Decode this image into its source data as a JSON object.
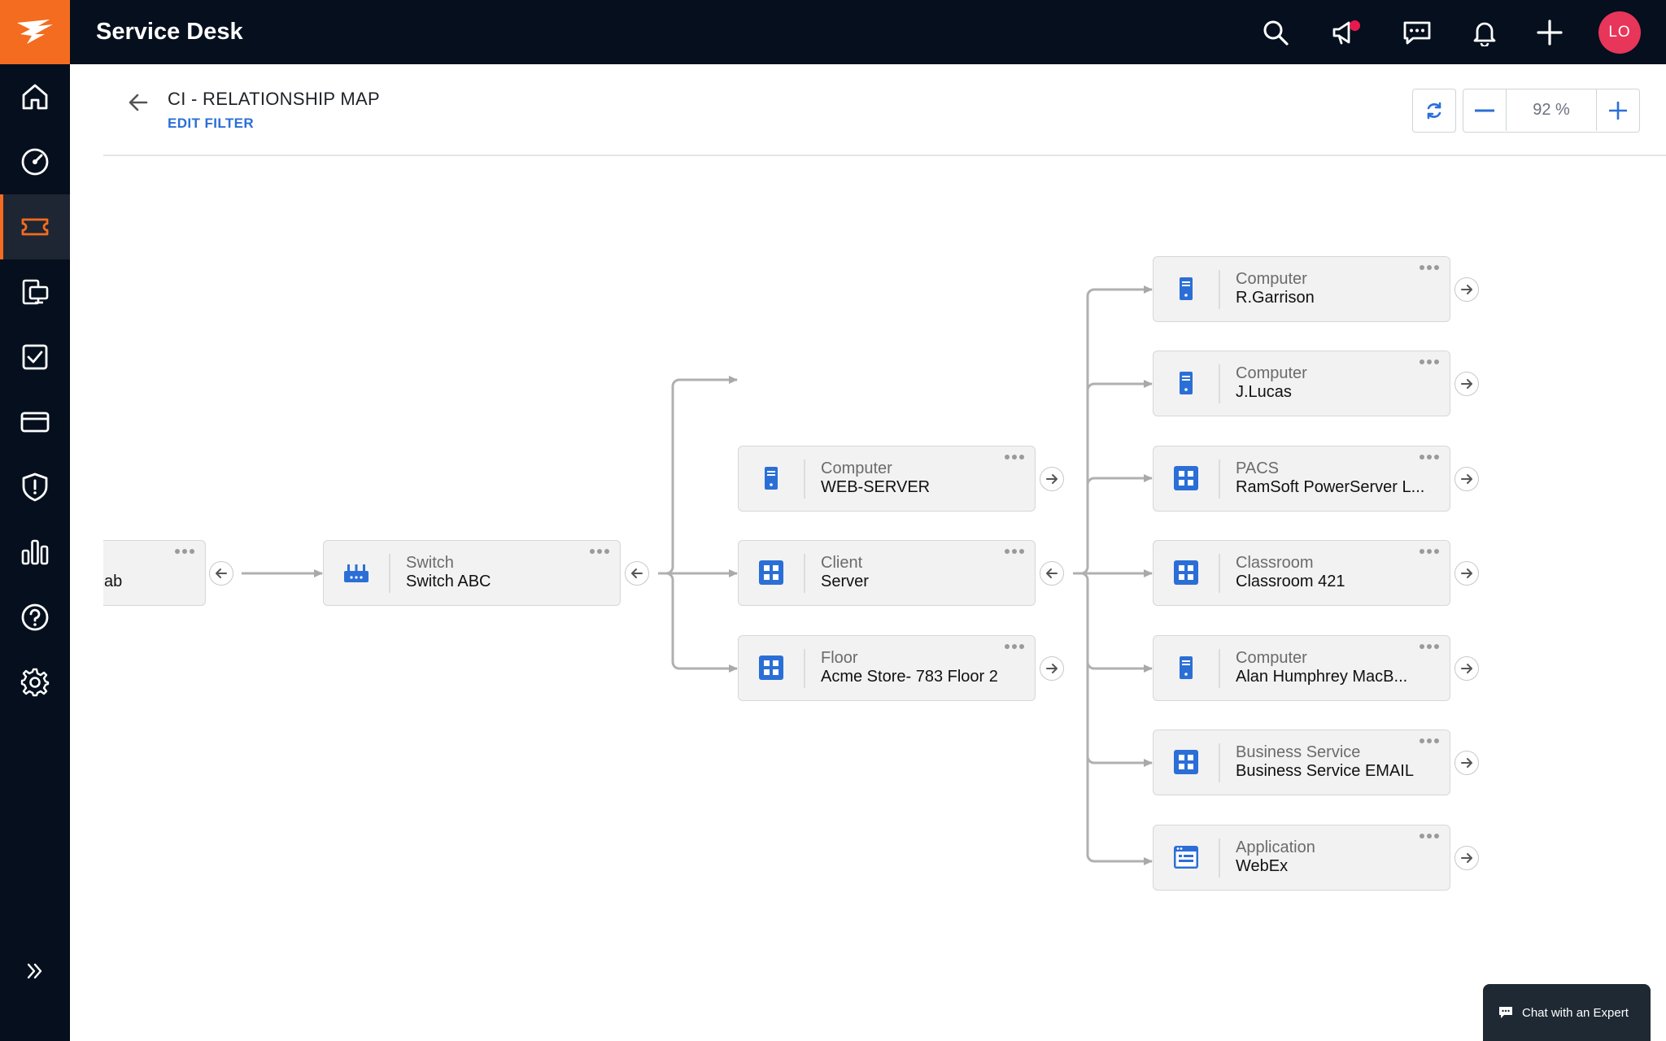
{
  "app": {
    "title": "Service Desk",
    "avatar_initials": "LO"
  },
  "topbar": {
    "icons": [
      "search-icon",
      "announcements-icon",
      "chat-icon",
      "bell-icon",
      "plus-icon"
    ]
  },
  "sidebar": {
    "items": [
      {
        "icon": "home-icon",
        "active": false
      },
      {
        "icon": "dashboard-icon",
        "active": false
      },
      {
        "icon": "ticket-icon",
        "active": true
      },
      {
        "icon": "assets-icon",
        "active": false
      },
      {
        "icon": "tasks-icon",
        "active": false
      },
      {
        "icon": "card-icon",
        "active": false
      },
      {
        "icon": "shield-icon",
        "active": false
      },
      {
        "icon": "reports-icon",
        "active": false
      },
      {
        "icon": "help-icon",
        "active": false
      },
      {
        "icon": "settings-icon",
        "active": false
      },
      {
        "icon": "expand-icon",
        "active": false
      }
    ]
  },
  "header": {
    "title": "CI - RELATIONSHIP MAP",
    "edit_filter": "EDIT FILTER",
    "zoom_value": "92 %"
  },
  "map": {
    "partial_node": {
      "name": "ab"
    },
    "switch": {
      "type": "Switch",
      "name": "Switch ABC",
      "icon": "switch-icon"
    },
    "middle": [
      {
        "type": "Computer",
        "name": "WEB-SERVER",
        "icon": "computer-icon"
      },
      {
        "type": "Client",
        "name": "Server",
        "icon": "grid-icon"
      },
      {
        "type": "Floor",
        "name": "Acme Store- 783 Floor 2",
        "icon": "grid-icon"
      }
    ],
    "right": [
      {
        "type": "Computer",
        "name": "R.Garrison",
        "icon": "computer-icon"
      },
      {
        "type": "Computer",
        "name": "J.Lucas",
        "icon": "computer-icon"
      },
      {
        "type": "PACS",
        "name": "RamSoft PowerServer L...",
        "icon": "grid-icon"
      },
      {
        "type": "Classroom",
        "name": "Classroom 421",
        "icon": "grid-icon"
      },
      {
        "type": "Computer",
        "name": "Alan Humphrey MacB...",
        "icon": "computer-icon"
      },
      {
        "type": "Business Service",
        "name": "Business Service EMAIL",
        "icon": "grid-icon"
      },
      {
        "type": "Application",
        "name": "WebEx",
        "icon": "application-icon"
      }
    ]
  },
  "chat": {
    "label": "Chat with an Expert"
  },
  "colors": {
    "brand": "#f36c1f",
    "topbar": "#050f1d",
    "accent_blue": "#2b6fd6",
    "avatar": "#e8355a",
    "node_bg": "#f2f2f2"
  }
}
